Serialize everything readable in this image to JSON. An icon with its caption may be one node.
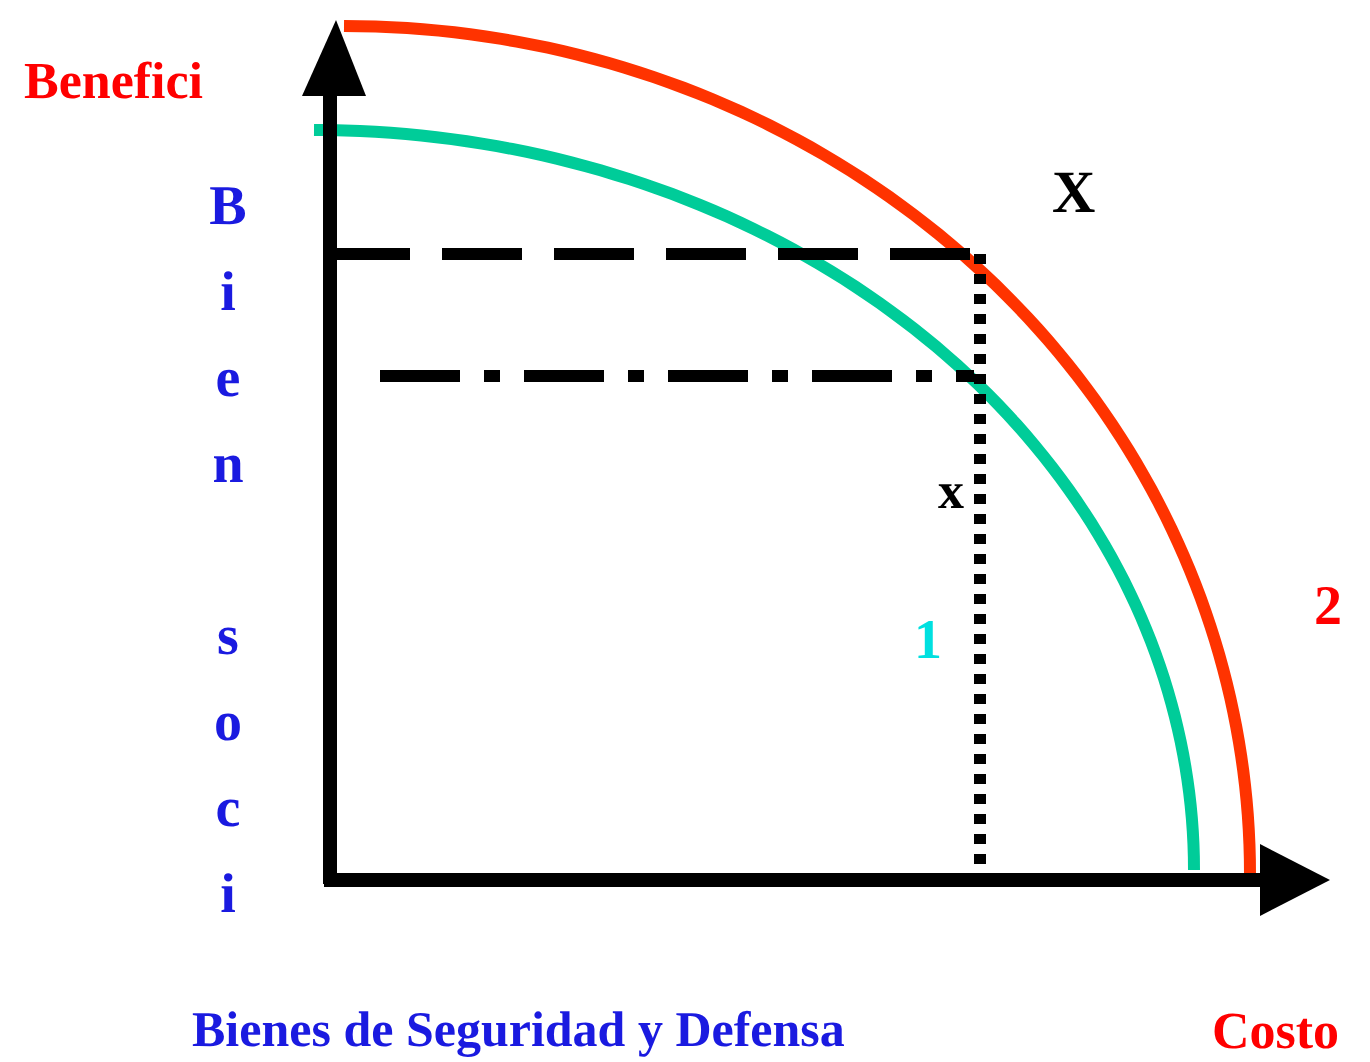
{
  "diagram": {
    "labels": [
      "Benefici",
      "X",
      "Bien soci",
      "x",
      "1",
      "2",
      "Bienes de Seguridad y Defensa",
      "Costo"
    ]
  }
}
